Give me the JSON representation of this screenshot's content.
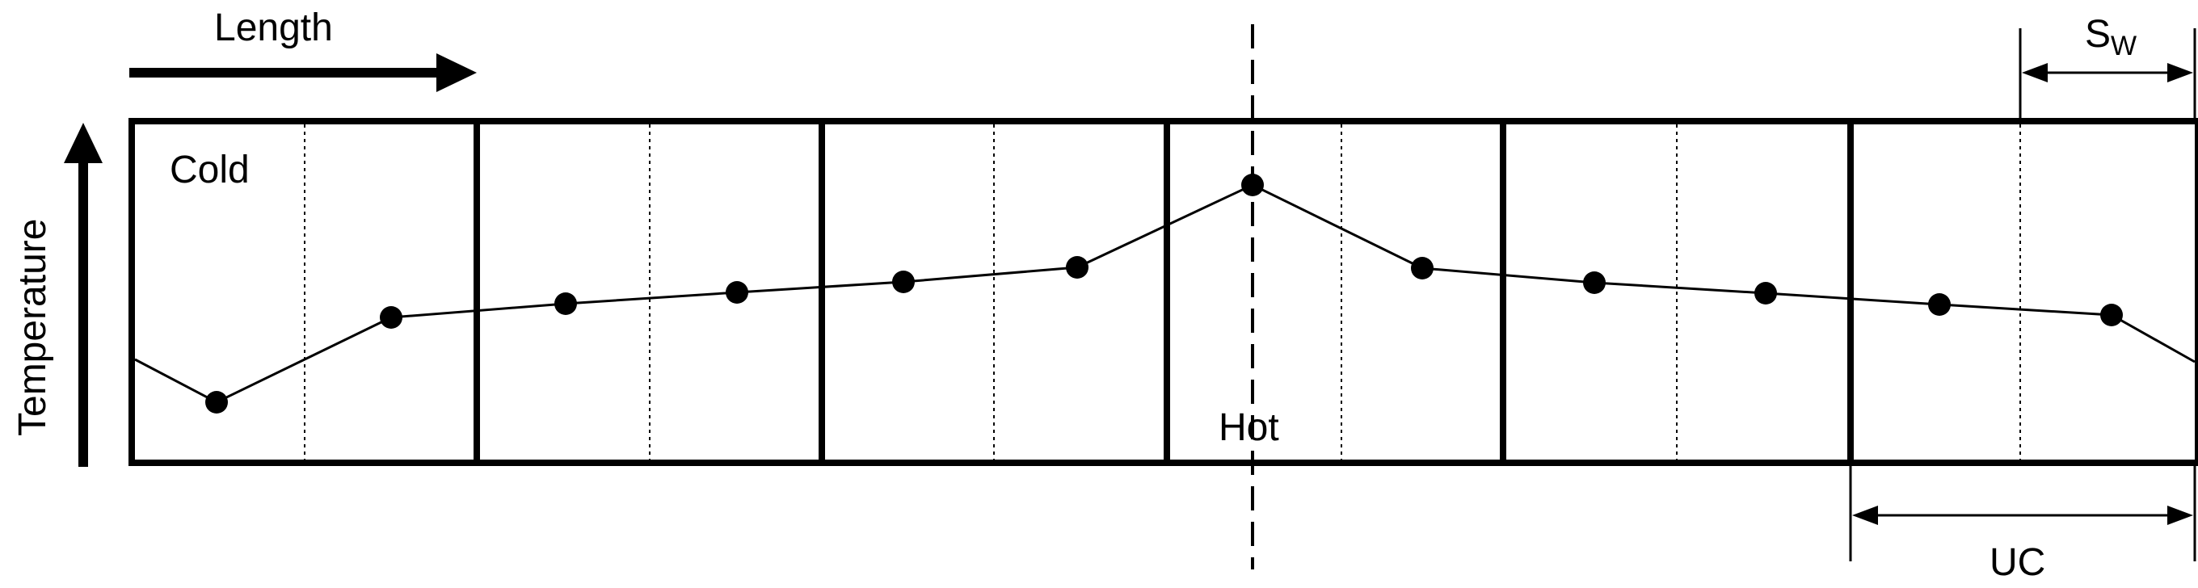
{
  "labels": {
    "length": "Length",
    "temperature": "Temperature",
    "cold": "Cold",
    "hot": "Hot",
    "sw_main": "S",
    "sw_sub": "W",
    "uc": "UC"
  },
  "colors": {
    "stroke": "#000000",
    "background": "#ffffff"
  },
  "cells": 6,
  "subdivisions_per_cell": 2
}
